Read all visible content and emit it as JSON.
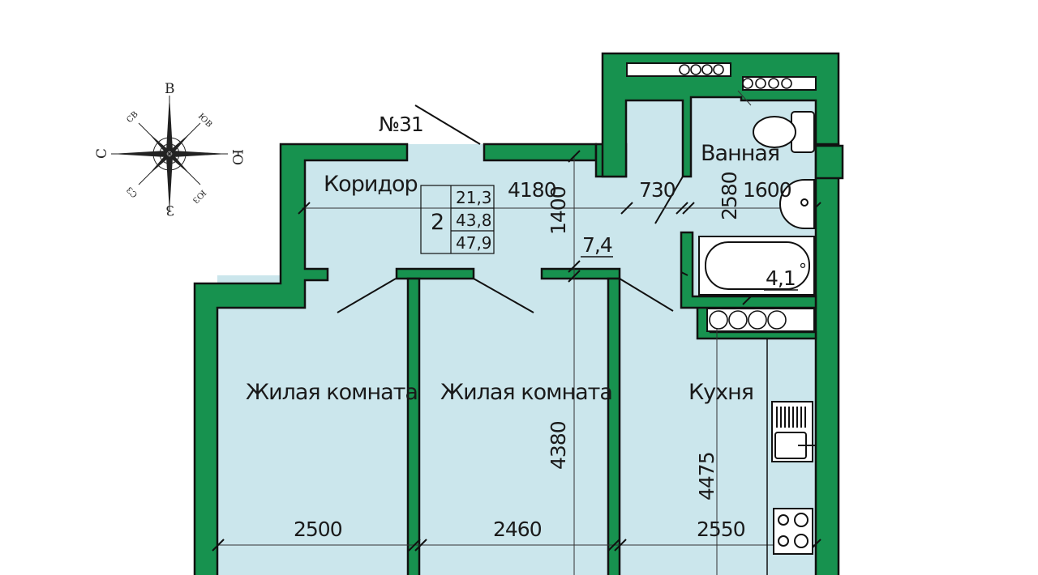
{
  "apartment_number": "№31",
  "compass": {
    "north": "В",
    "south": "З",
    "west": "С",
    "east": "Ю",
    "northwest": "СВ",
    "northeast": "ЮВ",
    "southwest": "СЗ",
    "southeast": "ЮЗ"
  },
  "rooms": {
    "corridor": "Коридор",
    "bathroom": "Ванная",
    "living_room_1": "Жилая комната",
    "living_room_2": "Жилая комната",
    "kitchen": "Кухня"
  },
  "areas": {
    "rooms_count": "2",
    "living": "21,3",
    "total": "43,8",
    "total_with_balcony": "47,9",
    "corridor": "7,4",
    "bathroom": "4,1",
    "bathroom_suffix": "°"
  },
  "dimensions": {
    "corridor_length": "4180",
    "corridor_width": "1400",
    "passage": "730",
    "bathroom_height": "2580",
    "bathroom_width": "1600",
    "room_height": "4380",
    "kitchen_height": "4475",
    "room1_width": "2500",
    "room2_width": "2460",
    "kitchen_width": "2550"
  },
  "colors": {
    "wall": "#17924f",
    "floor": "#cbe6ec",
    "outline": "#111111"
  }
}
